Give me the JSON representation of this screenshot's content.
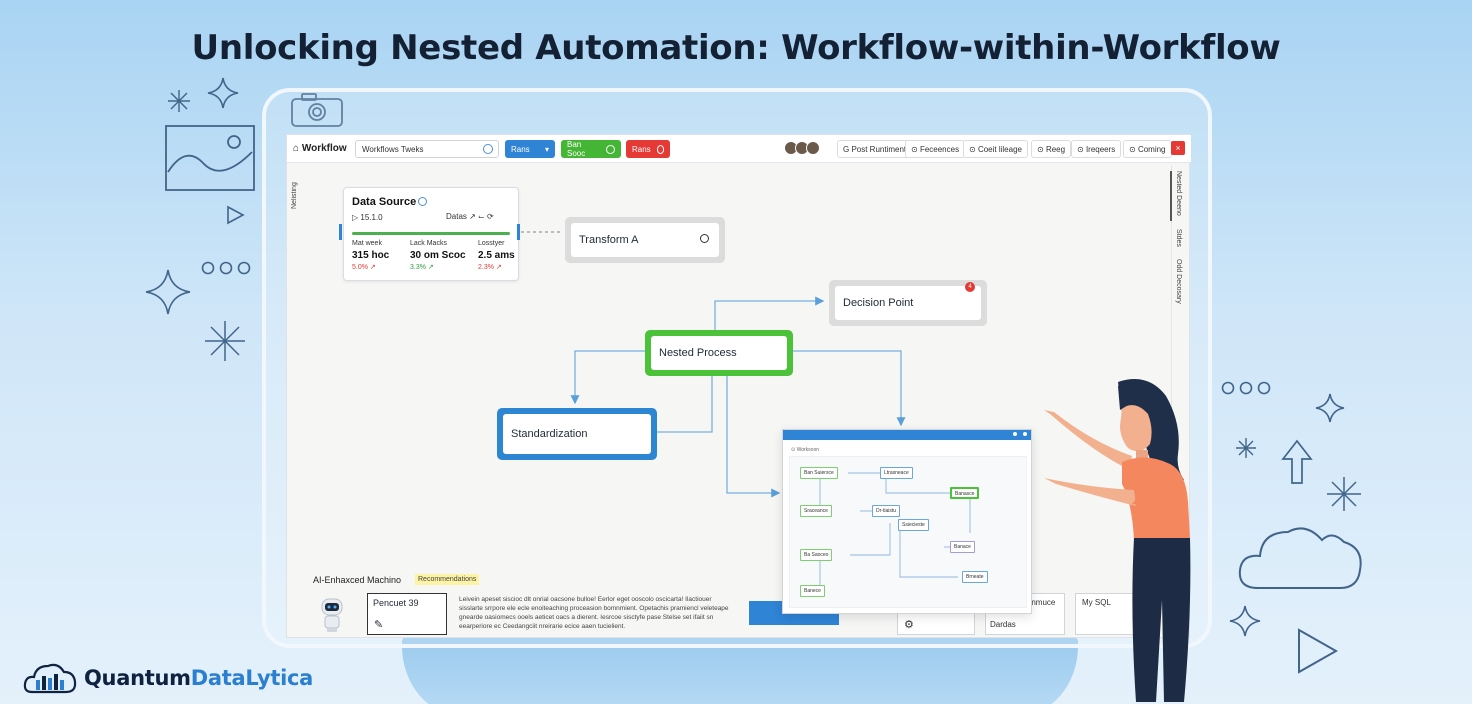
{
  "headline": "Unlocking Nested Automation: Workflow-within-Workflow",
  "toolbar": {
    "title": "Workflow",
    "search_value": "Workflows Tweks",
    "btn_blue": "Rans",
    "btn_green": "Ban Sooc",
    "btn_red": "Rans",
    "chips": [
      "Post Runtiment",
      "Feceences",
      "Coeit lileage",
      "Reeg",
      "Ireqeers",
      "Coming"
    ],
    "close": "×"
  },
  "left_rail_label": "Nelisting",
  "right_rail_labels": [
    "Nested Deeno",
    "Stdes",
    "Odd Decosary"
  ],
  "data_source": {
    "title": "Data Source",
    "version": "15.1.0",
    "ops_label": "Datas",
    "columns": [
      {
        "label": "Mat week",
        "value": "315 hoc",
        "delta": "5.0% ↗",
        "delta_color": "#e53935"
      },
      {
        "label": "Lack Macks",
        "value": "30 om Scoc",
        "delta": "3.3% ↗",
        "delta_color": "#2e9e3e"
      },
      {
        "label": "Losstyer",
        "value": "2.5 ams",
        "delta": "2.3% ↗",
        "delta_color": "#e53935"
      }
    ]
  },
  "nodes": {
    "transform": "Transform A",
    "decision": "Decision Point",
    "decision_badge": "4",
    "nested": "Nested Process",
    "standardization": "Standardization"
  },
  "bottom": {
    "title": "AI-Enhaxced Machino",
    "tag": "Recommendations",
    "box_title": "Pencuet 39",
    "box_mark": "✎",
    "paragraph": "Leivein apeset siscioc dlt onrial oacsone bulloe! Eerlor eget ooscolo oscicarta! Ilactiouer sisslarte srrpore ele ecle enoiteaching proceasion bomnmient. Opetachis pramiencl veleteape gnearde oasiomecs ooels aeticet oacs a dierent. Iesrcoe sisctyfe pase Stelse set ifaiit sn eearperiore ec Ceedangciit nreirarie ecice aaen tucielient.",
    "mini_boxes": [
      "Enmuce",
      "Dardas",
      "My SQL"
    ]
  },
  "popup": {
    "tab": "Worksoon",
    "nodes": [
      "Ban Suiersce",
      "Ltrasneace",
      "Banasce",
      "Sraceance",
      "Dr-tiaistu",
      "Ssiecieste",
      "Ba Saoceo",
      "Banace",
      "Brneate",
      "Banece"
    ]
  },
  "brand": {
    "name_a": "Quantum",
    "name_b": "DataLytica"
  }
}
